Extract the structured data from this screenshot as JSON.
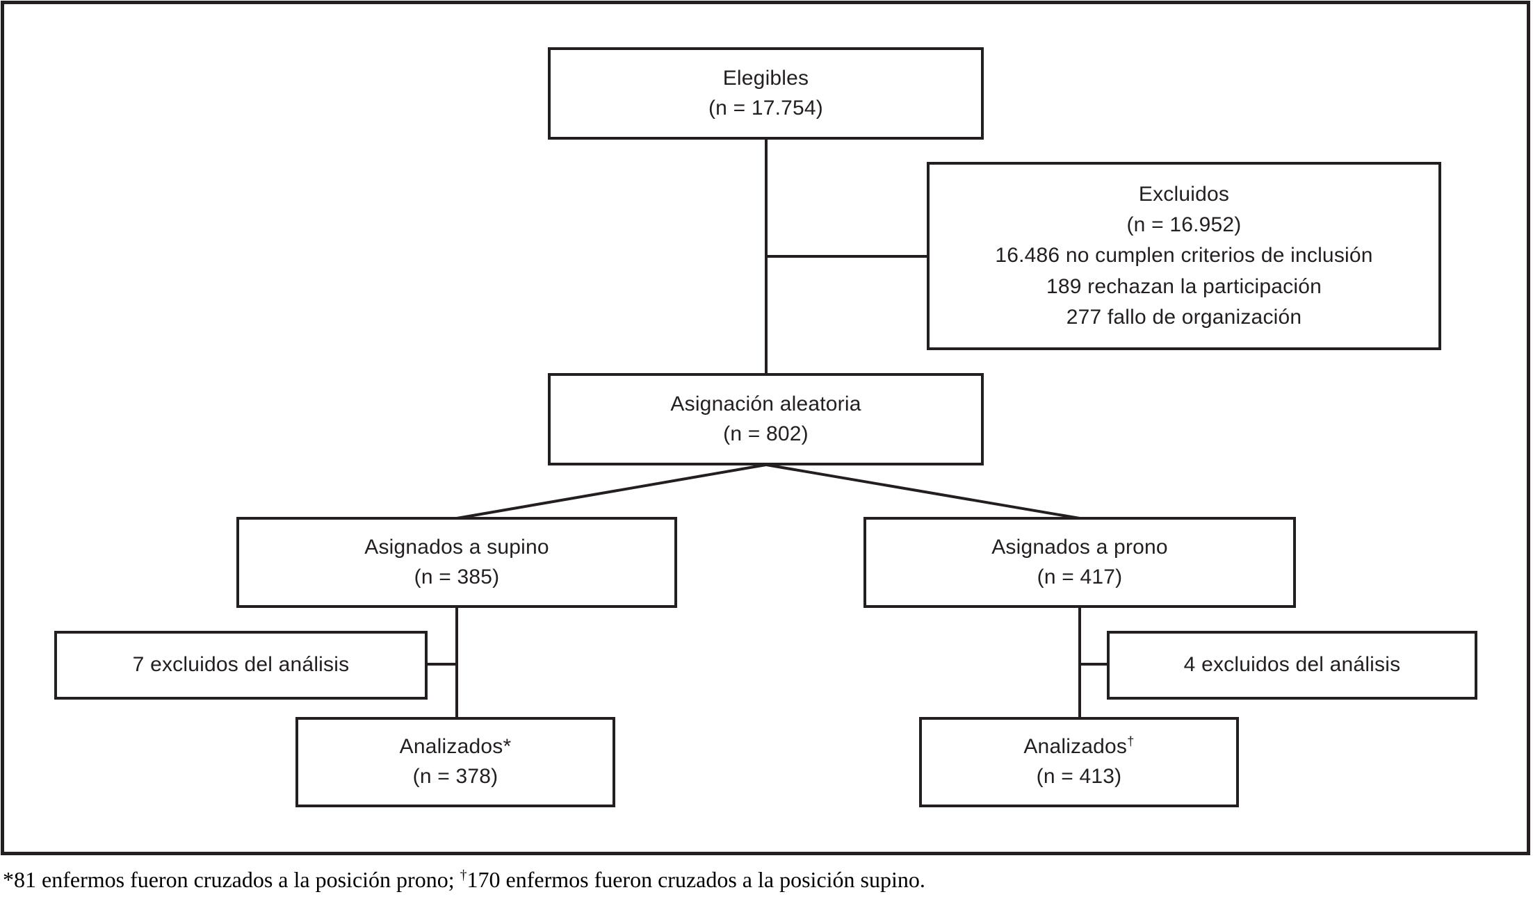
{
  "diagram_type": "consort-flowchart",
  "accent_color": "#231f20",
  "background_color": "#ffffff",
  "flowchart": {
    "eligible": {
      "title": "Elegibles",
      "n": "(n = 17.754)"
    },
    "excluded": {
      "title": "Excluidos",
      "n": "(n = 16.952)",
      "reasons": [
        "16.486 no cumplen criterios de inclusión",
        "189 rechazan la participación",
        "277 fallo de organización"
      ]
    },
    "randomized": {
      "title": "Asignación aleatoria",
      "n": "(n = 802)"
    },
    "supine": {
      "title": "Asignados a supino",
      "n": "(n = 385)"
    },
    "prone": {
      "title": "Asignados a prono",
      "n": "(n = 417)"
    },
    "supine_excluded": {
      "label": "7 excluidos del análisis"
    },
    "prone_excluded": {
      "label": "4 excluidos del análisis"
    },
    "supine_analyzed": {
      "title": "Analizados",
      "marker": "*",
      "n": "(n = 378)"
    },
    "prone_analyzed": {
      "title": "Analizados",
      "marker": "†",
      "n": "(n = 413)"
    }
  },
  "footnote": {
    "part1": "*81 enfermos fueron cruzados a la posición prono; ",
    "dagger": "†",
    "part2": "170 enfermos fueron cruzados a la posición supino."
  }
}
